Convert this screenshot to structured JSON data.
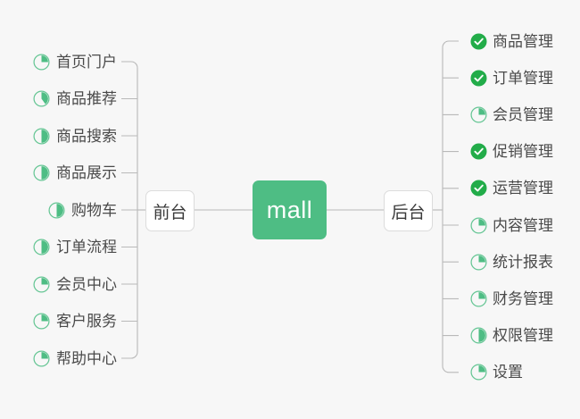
{
  "diagram": {
    "type": "mindmap",
    "title": "mall",
    "background_color": "#f7f7f7",
    "accent_color": "#4ebd84",
    "check_color": "#22ac49",
    "text_color": "#4a4a4a",
    "line_color": "#b9b9b9",
    "root": {
      "label": "mall",
      "color": "#4ebd84"
    },
    "branches": [
      {
        "id": "frontend",
        "label": "前台",
        "side": "left",
        "items": [
          {
            "label": "首页门户",
            "icon": "pie-progress-icon",
            "status": "in-progress",
            "progress": 25
          },
          {
            "label": "商品推荐",
            "icon": "pie-progress-icon",
            "status": "in-progress",
            "progress": 40
          },
          {
            "label": "商品搜索",
            "icon": "pie-progress-icon",
            "status": "in-progress",
            "progress": 50
          },
          {
            "label": "商品展示",
            "icon": "pie-progress-icon",
            "status": "in-progress",
            "progress": 50
          },
          {
            "label": "购物车",
            "icon": "pie-progress-icon",
            "status": "in-progress",
            "progress": 50
          },
          {
            "label": "订单流程",
            "icon": "pie-progress-icon",
            "status": "in-progress",
            "progress": 50
          },
          {
            "label": "会员中心",
            "icon": "pie-progress-icon",
            "status": "in-progress",
            "progress": 25
          },
          {
            "label": "客户服务",
            "icon": "pie-progress-icon",
            "status": "in-progress",
            "progress": 25
          },
          {
            "label": "帮助中心",
            "icon": "pie-progress-icon",
            "status": "in-progress",
            "progress": 25
          }
        ]
      },
      {
        "id": "backend",
        "label": "后台",
        "side": "right",
        "items": [
          {
            "label": "商品管理",
            "icon": "check-circle-icon",
            "status": "done",
            "progress": 100
          },
          {
            "label": "订单管理",
            "icon": "check-circle-icon",
            "status": "done",
            "progress": 100
          },
          {
            "label": "会员管理",
            "icon": "pie-progress-icon",
            "status": "in-progress",
            "progress": 25
          },
          {
            "label": "促销管理",
            "icon": "check-circle-icon",
            "status": "done",
            "progress": 100
          },
          {
            "label": "运营管理",
            "icon": "check-circle-icon",
            "status": "done",
            "progress": 100
          },
          {
            "label": "内容管理",
            "icon": "pie-progress-icon",
            "status": "in-progress",
            "progress": 25
          },
          {
            "label": "统计报表",
            "icon": "pie-progress-icon",
            "status": "in-progress",
            "progress": 25
          },
          {
            "label": "财务管理",
            "icon": "pie-progress-icon",
            "status": "in-progress",
            "progress": 25
          },
          {
            "label": "权限管理",
            "icon": "pie-progress-icon",
            "status": "in-progress",
            "progress": 50
          },
          {
            "label": "设置",
            "icon": "pie-progress-icon",
            "status": "in-progress",
            "progress": 25
          }
        ]
      }
    ]
  }
}
